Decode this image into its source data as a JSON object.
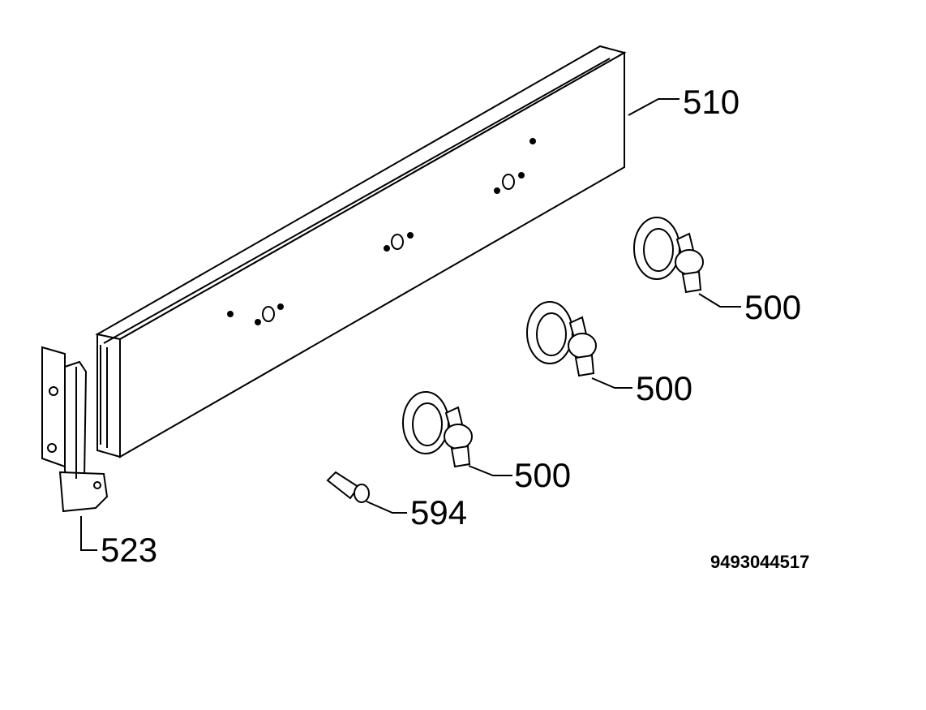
{
  "parts": {
    "panel": "510",
    "knob_1": "500",
    "knob_2": "500",
    "knob_3": "500",
    "pin": "594",
    "bracket": "523"
  },
  "drawing_number": "9493044517"
}
